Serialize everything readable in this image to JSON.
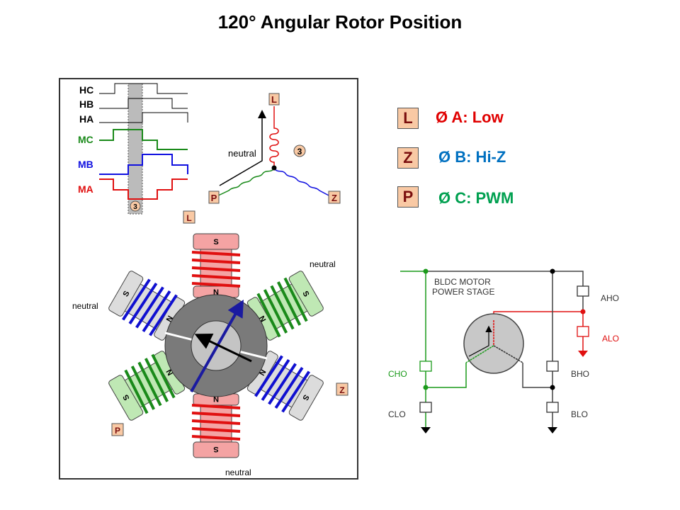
{
  "title": "120° Angular Rotor Position",
  "legend": [
    {
      "letter": "L",
      "text": "Ø A: Low",
      "color": "#e00000"
    },
    {
      "letter": "Z",
      "text": "Ø B: Hi-Z",
      "color": "#0070c0"
    },
    {
      "letter": "P",
      "text": "Ø C: PWM",
      "color": "#00a050"
    }
  ],
  "timing": {
    "signals": [
      "HC",
      "HB",
      "HA",
      "MC",
      "MB",
      "MA"
    ],
    "step": "3"
  },
  "star": {
    "L": "L",
    "P": "P",
    "Z": "Z",
    "neutral": "neutral",
    "step": "3"
  },
  "motor": {
    "L": "L",
    "Z": "Z",
    "P": "P",
    "neutral": "neutral",
    "S": "S",
    "N": "N"
  },
  "circuit": {
    "title1": "BLDC MOTOR",
    "title2": "POWER STAGE",
    "aho": "AHO",
    "alo": "ALO",
    "bho": "BHO",
    "blo": "BLO",
    "cho": "CHO",
    "clo": "CLO"
  }
}
